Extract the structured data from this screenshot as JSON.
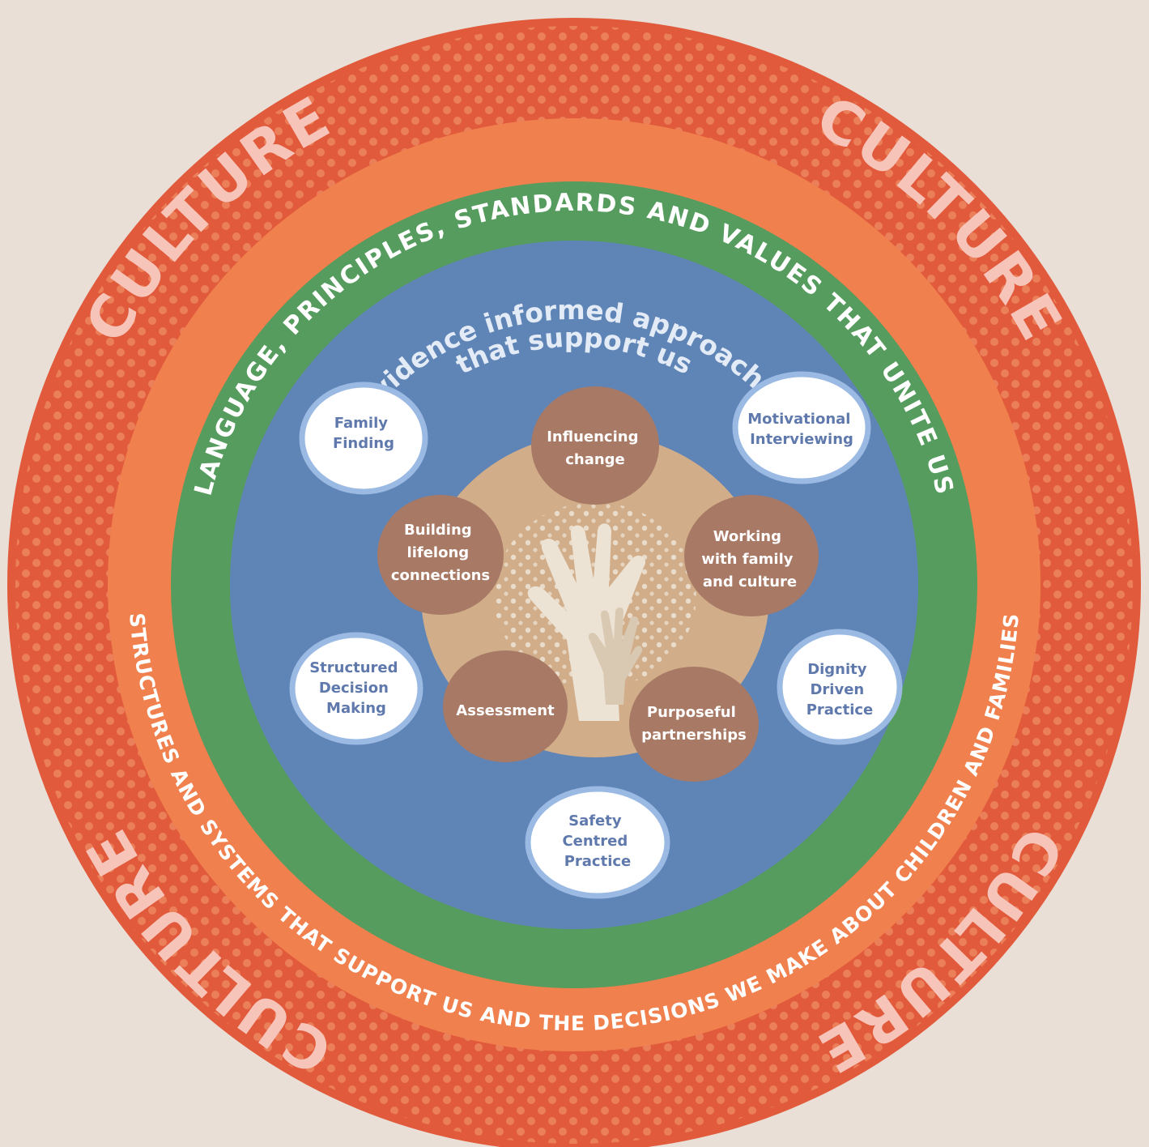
{
  "culture_labels": [
    "CULTURE",
    "CULTURE",
    "CULTURE",
    "CULTURE"
  ],
  "values_ring_text": "LANGUAGE, PRINCIPLES, STANDARDS AND VALUES THAT UNITE US",
  "structures_ring_text": "STRUCTURES AND SYSTEMS THAT SUPPORT US AND THE DECISIONS WE MAKE ABOUT CHILDREN AND FAMILIES",
  "evidence_heading": {
    "line1": "Evidence informed approaches",
    "line2": "that support us"
  },
  "approaches": [
    {
      "lines": [
        "Family",
        "Finding"
      ]
    },
    {
      "lines": [
        "Motivational",
        "Interviewing"
      ]
    },
    {
      "lines": [
        "Structured",
        "Decision",
        "Making"
      ]
    },
    {
      "lines": [
        "Dignity",
        "Driven",
        "Practice"
      ]
    },
    {
      "lines": [
        "Safety",
        "Centred",
        "Practice"
      ]
    }
  ],
  "practices": [
    {
      "lines": [
        "Influencing",
        "change"
      ]
    },
    {
      "lines": [
        "Building",
        "lifelong",
        "connections"
      ]
    },
    {
      "lines": [
        "Working",
        "with family",
        "and culture"
      ]
    },
    {
      "lines": [
        "Assessment"
      ]
    },
    {
      "lines": [
        "Purposeful",
        "partnerships"
      ]
    }
  ],
  "colors": {
    "background": "#e9dfd6",
    "outer_ring": "#e15a3c",
    "culture_text": "#f6c4b8",
    "structures_ring": "#f0804d",
    "values_ring": "#569c5e",
    "evidence_field": "#5f84b6",
    "evidence_text": "#e3ebf6",
    "center_disc": "#d1ad89",
    "practice_circle": "#a87965",
    "approach_circle": "#ffffff",
    "approach_border": "#9ab9e3",
    "approach_text": "#5f79ac",
    "hand": "#ede3d4"
  }
}
